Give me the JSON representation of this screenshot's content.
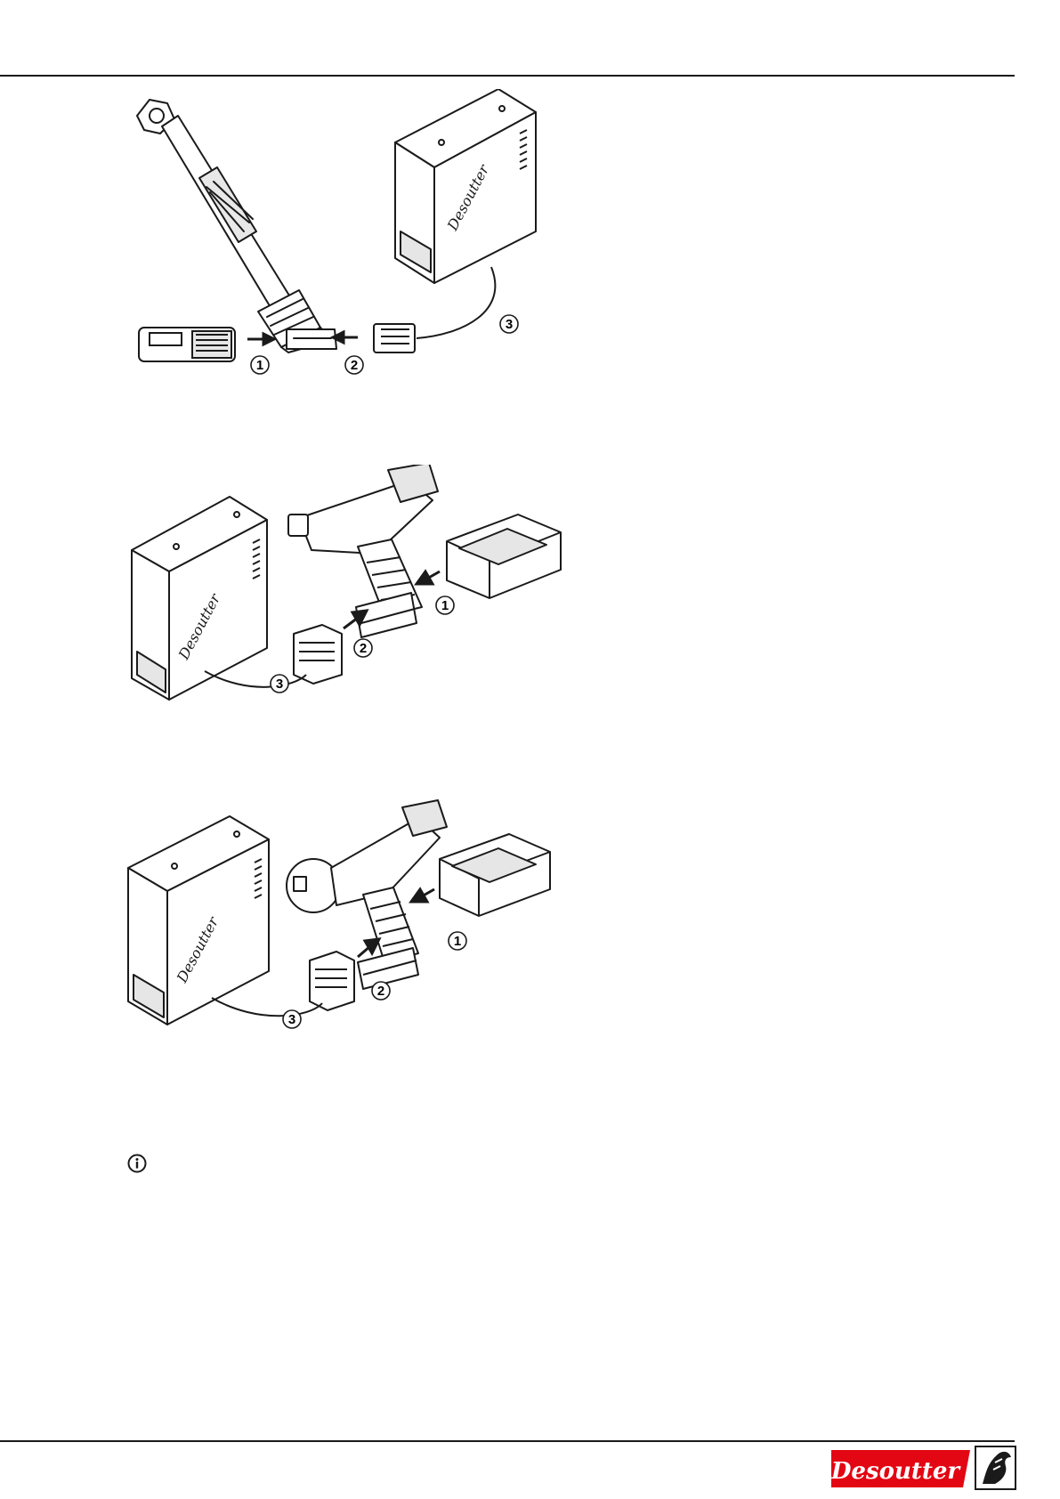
{
  "figures": [
    {
      "id": "angle-nutrunner",
      "callouts": [
        "1",
        "2",
        "3"
      ],
      "brand_text": "Desoutter"
    },
    {
      "id": "pistol-screwdriver",
      "callouts": [
        "1",
        "2",
        "3"
      ],
      "brand_text": "Desoutter"
    },
    {
      "id": "pistol-nutrunner",
      "callouts": [
        "1",
        "2",
        "3"
      ],
      "brand_text": "Desoutter"
    }
  ],
  "info_icon": "info-icon",
  "footer": {
    "logo_text": "Desoutter",
    "logo_color": "#e30613"
  },
  "colors": {
    "line": "#1a1a1a",
    "background": "#ffffff"
  }
}
